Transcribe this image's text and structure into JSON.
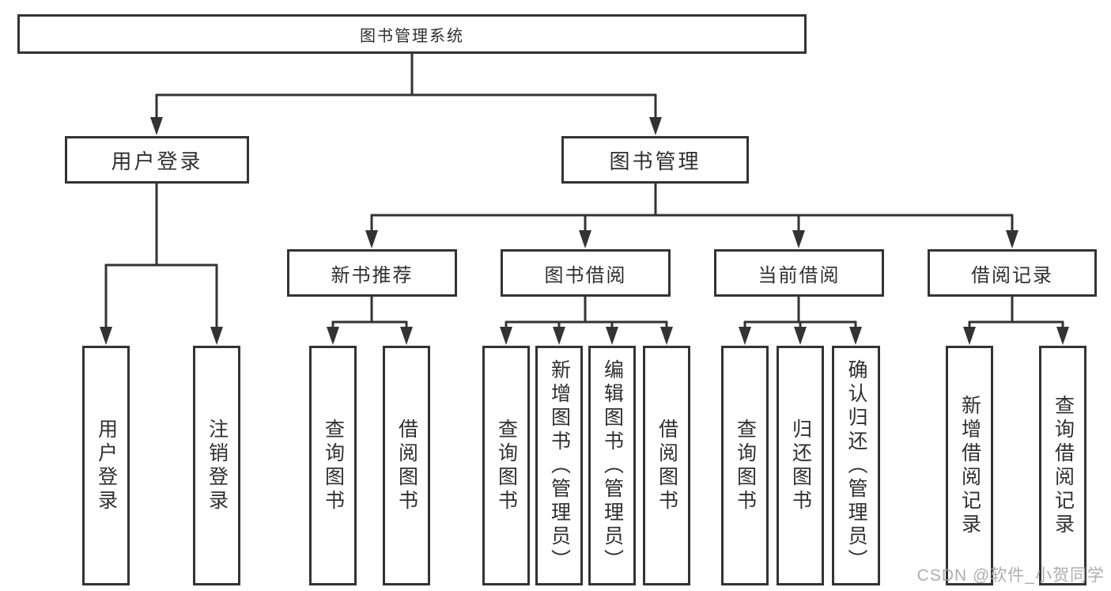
{
  "diagram_title": "图书管理系统",
  "tree": {
    "root": {
      "label": "图书管理系统",
      "children": [
        {
          "label": "用户登录",
          "children": [
            {
              "label": "用户登录"
            },
            {
              "label": "注销登录"
            }
          ]
        },
        {
          "label": "图书管理",
          "children": [
            {
              "label": "新书推荐",
              "children": [
                {
                  "label": "查询图书"
                },
                {
                  "label": "借阅图书"
                }
              ]
            },
            {
              "label": "图书借阅",
              "children": [
                {
                  "label": "查询图书"
                },
                {
                  "label": "新增图书（管理员）"
                },
                {
                  "label": "编辑图书（管理员）"
                },
                {
                  "label": "借阅图书"
                }
              ]
            },
            {
              "label": "当前借阅",
              "children": [
                {
                  "label": "查询图书"
                },
                {
                  "label": "归还图书"
                },
                {
                  "label": "确认归还（管理员）"
                }
              ]
            },
            {
              "label": "借阅记录",
              "children": [
                {
                  "label": "新增借阅记录"
                },
                {
                  "label": "查询借阅记录"
                }
              ]
            }
          ]
        }
      ]
    }
  },
  "watermark": "CSDN @软件_小贺同学",
  "colors": {
    "line": "#333333",
    "box_border": "#333333",
    "text": "#2f2f2f",
    "background": "#ffffff",
    "watermark": "#a5a5a5"
  }
}
